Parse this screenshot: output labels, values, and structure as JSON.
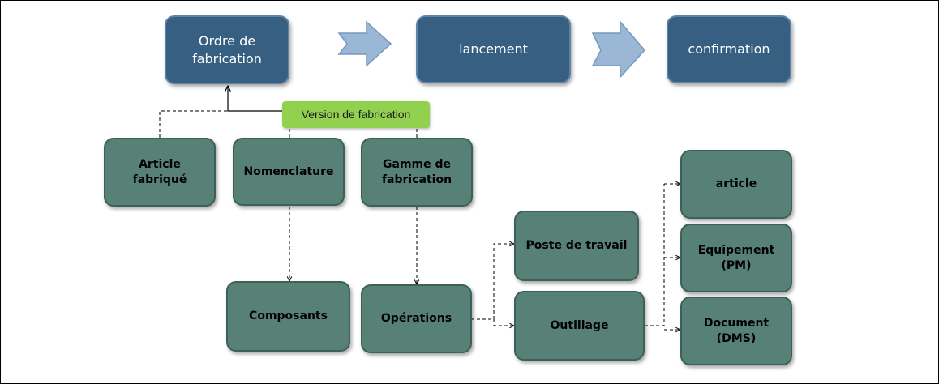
{
  "process": {
    "ordre": "Ordre de\nfabrication",
    "lancement": "lancement",
    "confirmation": "confirmation"
  },
  "version_tag": "Version de fabrication",
  "inputs": {
    "article_fabrique": "Article\nfabriqué",
    "nomenclature": "Nomenclature",
    "gamme": "Gamme de\nfabrication"
  },
  "details": {
    "composants": "Composants",
    "operations": "Opérations",
    "poste": "Poste de travail",
    "outillage": "Outillage"
  },
  "tooling": {
    "article": "article",
    "equipement": "Equipement\n(PM)",
    "document": "Document\n(DMS)"
  },
  "colors": {
    "process_box": "#365f82",
    "master_data_box": "#578076",
    "version_tag": "#92d050",
    "flow_arrow": "#9ab8d6"
  }
}
